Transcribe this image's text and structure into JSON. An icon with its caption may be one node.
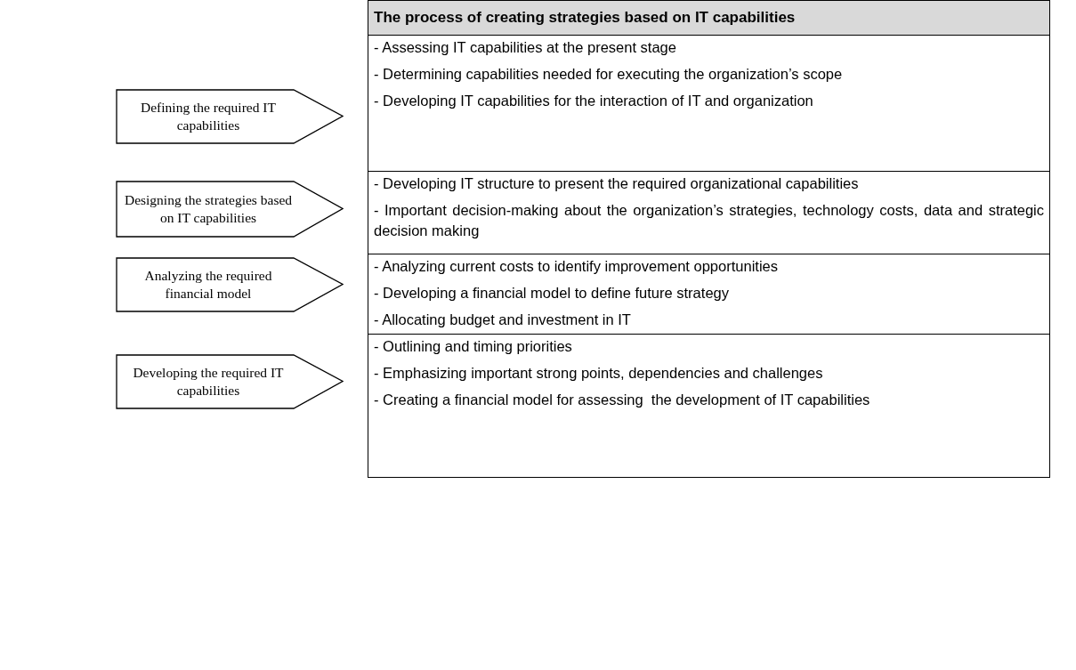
{
  "diagram": {
    "nodes": [
      {
        "text": [
          "The process of creating strategies based on IT capabilities"
        ]
      },
      {
        "text": [
          "Defining the required IT capabilities"
        ]
      },
      {
        "text": [
          "- Assessing IT capabilities at the present stage",
          "- Determining capabilities needed for executing the organization’s scope",
          "- Developing IT capabilities for the interaction of IT and organization"
        ]
      },
      {
        "text": [
          "Designing the strategies based on IT capabilities"
        ]
      },
      {
        "text": [
          "- Developing IT structure to present the required organizational capabilities",
          "- Important decision-making about the organization’s strategies, technology costs, data and strategic decision making"
        ]
      },
      {
        "text": [
          "Analyzing the required financial model"
        ]
      },
      {
        "text": [
          "- Analyzing current costs to identify improvement opportunities",
          "- Developing a financial model to define future strategy",
          "- Allocating budget and investment in IT"
        ]
      },
      {
        "text": [
          "Developing the required IT capabilities"
        ]
      },
      {
        "text": [
          "- Outlining and timing priorities",
          "- Emphasizing important strong points, dependencies and challenges",
          "- Creating a financial model for assessing  the development of IT capabilities"
        ]
      }
    ]
  }
}
